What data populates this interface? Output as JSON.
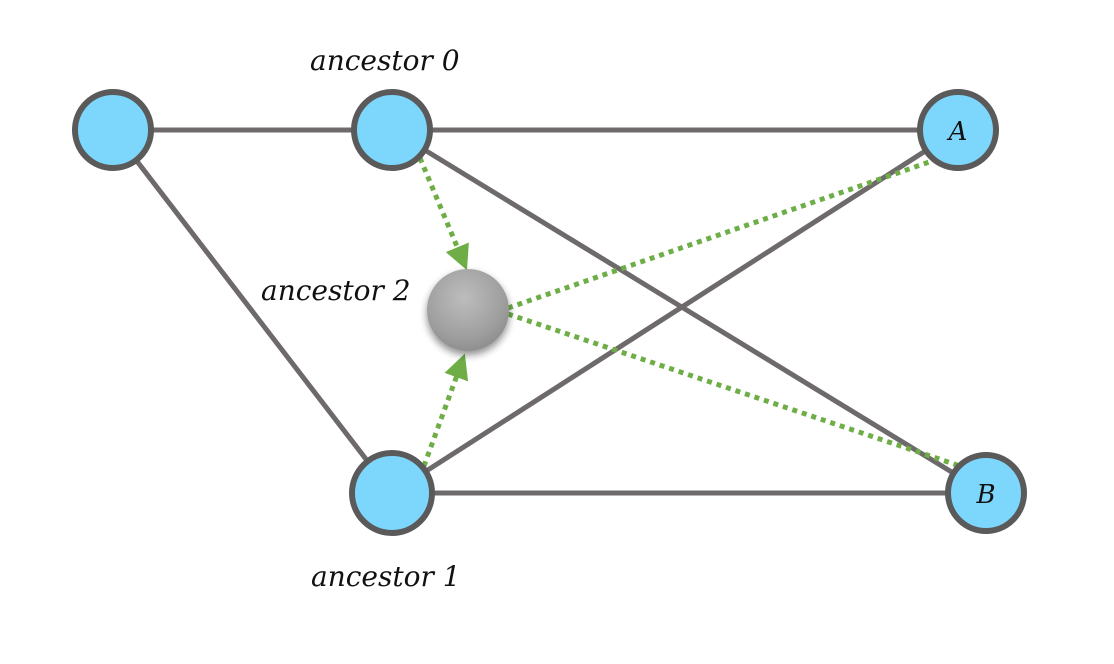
{
  "colors": {
    "node_fill": "#7dd6fb",
    "node_stroke": "#5a5a5a",
    "edge": "#6e6a6c",
    "dashed_edge": "#6fad47",
    "merge_node_fill": "#a6a6a6"
  },
  "labels": {
    "ancestor0": "ancestor 0",
    "ancestor1": "ancestor 1",
    "ancestor2": "ancestor 2",
    "nodeA": "A",
    "nodeB": "B"
  }
}
